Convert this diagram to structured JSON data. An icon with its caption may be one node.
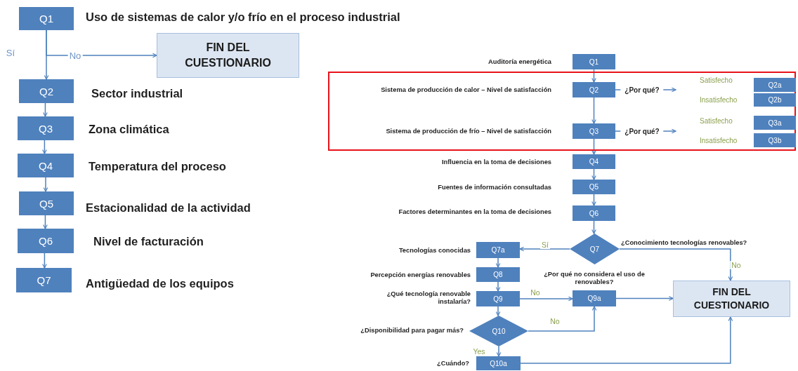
{
  "diagram": {
    "nodes": [
      {
        "text": [
          "Q1"
        ],
        "beside": [
          "Uso de sistemas de calor y/o frío en el proceso industrial"
        ]
      },
      {
        "text": [
          "FIN DEL CUESTIONARIO"
        ]
      },
      {
        "text": [
          "Q2"
        ],
        "beside": [
          "Sector industrial"
        ]
      },
      {
        "text": [
          "Q3"
        ],
        "beside": [
          "Zona climática"
        ]
      },
      {
        "text": [
          "Q4"
        ],
        "beside": [
          "Temperatura del proceso"
        ]
      },
      {
        "text": [
          "Q5"
        ],
        "beside": [
          "Estacionalidad de la actividad"
        ]
      },
      {
        "text": [
          "Q6"
        ],
        "beside": [
          "Nivel de facturación"
        ]
      },
      {
        "text": [
          "Q7"
        ],
        "beside": [
          "Antigüedad de los equipos"
        ]
      },
      {
        "text": [
          "Q1"
        ],
        "beside": [
          "Auditoría energética"
        ]
      },
      {
        "text": [],
        "shape": "box"
      },
      {
        "text": [
          "Q2"
        ],
        "in": 9,
        "beside": [
          "Sistema de producción de calor – Nivel de satisfacción"
        ]
      },
      {
        "text": [
          "Q2a"
        ],
        "in": 9,
        "beside": [
          "Satisfecho"
        ]
      },
      {
        "text": [
          "Q2b"
        ],
        "in": 9,
        "beside": [
          "Insatisfecho"
        ]
      },
      {
        "text": [
          "Q3"
        ],
        "in": 9,
        "beside": [
          "Sistema de producción de frío – Nivel de satisfacción"
        ]
      },
      {
        "text": [
          "Q3a"
        ],
        "in": 9,
        "beside": [
          "Satisfecho"
        ]
      },
      {
        "text": [
          "Q3b"
        ],
        "in": 9,
        "beside": [
          "Insatisfecho"
        ]
      },
      {
        "text": [
          "Q4"
        ],
        "beside": [
          "Influencia en la toma de decisiones"
        ]
      },
      {
        "text": [
          "Q5"
        ],
        "beside": [
          "Fuentes de información consultadas"
        ]
      },
      {
        "text": [
          "Q6"
        ],
        "beside": [
          "Factores determinantes en la toma de decisiones"
        ]
      },
      {
        "text": [
          "Q7"
        ],
        "beside": [
          "¿Conocimiento tecnologías renovables?"
        ]
      },
      {
        "text": [
          "Q7a"
        ],
        "beside": [
          "Tecnologías conocidas"
        ]
      },
      {
        "text": [
          "Q8"
        ],
        "beside": [
          "Percepción energías renovables"
        ]
      },
      {
        "text": [
          "Q9"
        ],
        "beside": [
          "¿Qué tecnología renovable instalaría?"
        ]
      },
      {
        "text": [
          "Q9a"
        ],
        "beside": [
          "¿Por qué no considera el uso de renovables?"
        ]
      },
      {
        "text": [
          "FIN DEL CUESTIONARIO"
        ]
      },
      {
        "text": [
          "Q10"
        ],
        "beside": [
          "¿Disponibilidad para pagar más?"
        ]
      },
      {
        "text": [
          "Q10a"
        ],
        "beside": [
          "¿Cuándo?"
        ]
      }
    ],
    "edges": [
      {
        "from": 0,
        "to": 2,
        "arrow": "to",
        "label": "Sí"
      },
      {
        "from": 0,
        "to": 1,
        "arrow": "to",
        "label": "No"
      },
      {
        "from": 2,
        "to": 3,
        "arrow": "to"
      },
      {
        "from": 3,
        "to": 4,
        "arrow": "to"
      },
      {
        "from": 4,
        "to": 5,
        "arrow": "to"
      },
      {
        "from": 5,
        "to": 6,
        "arrow": "to"
      },
      {
        "from": 6,
        "to": 7,
        "arrow": "to"
      },
      {
        "from": 8,
        "to": 10,
        "arrow": "to"
      },
      {
        "from": 10,
        "to": null,
        "arrow": "to",
        "label": "¿Por qué?"
      },
      {
        "from": 10,
        "to": 13,
        "arrow": "to"
      },
      {
        "from": 13,
        "to": null,
        "arrow": "to",
        "label": "¿Por qué?"
      },
      {
        "from": 13,
        "to": 16,
        "arrow": "to"
      },
      {
        "from": 16,
        "to": 17,
        "arrow": "to"
      },
      {
        "from": 17,
        "to": 18,
        "arrow": "to"
      },
      {
        "from": 18,
        "to": 19,
        "arrow": "to"
      },
      {
        "from": 19,
        "to": 20,
        "arrow": "to",
        "label": "Sí"
      },
      {
        "from": 19,
        "to": 24,
        "arrow": "to",
        "label": "No"
      },
      {
        "from": 20,
        "to": 21,
        "arrow": "to"
      },
      {
        "from": 21,
        "to": 22,
        "arrow": "to"
      },
      {
        "from": 22,
        "to": 23,
        "arrow": "to",
        "label": "No"
      },
      {
        "from": 23,
        "to": 24,
        "arrow": "to"
      },
      {
        "from": 22,
        "to": 25,
        "arrow": "to"
      },
      {
        "from": 25,
        "to": 23,
        "arrow": "to",
        "label": "No"
      },
      {
        "from": 25,
        "to": 26,
        "arrow": "to",
        "label": "Yes"
      },
      {
        "from": 26,
        "to": 24,
        "arrow": "to"
      }
    ]
  }
}
